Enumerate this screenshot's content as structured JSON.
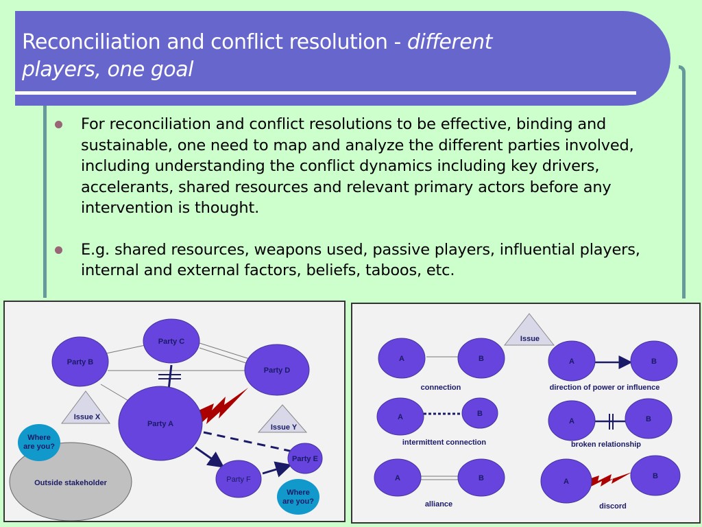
{
  "slide": {
    "title_main": "Reconciliation and conflict resolution - ",
    "title_italic_1": "different",
    "title_italic_2": "players, one goal",
    "bullets": [
      "For reconciliation and conflict resolutions to be effective, binding and sustainable, one need to map and analyze the different parties involved, including understanding the conflict dynamics including key drivers, accelerants, shared resources and relevant primary actors before any intervention is thought.",
      "E.g. shared resources, weapons used, passive players, influential players, internal and external factors, beliefs, taboos, etc."
    ],
    "colors": {
      "background": "#ccffcc",
      "title_bar": "#6666cc",
      "frame": "#669999",
      "party": "#6644dd",
      "stakeholder": "#c0c0c0",
      "where": "#1199cc",
      "discord": "#aa0000",
      "issue": "#d8d8e8"
    }
  },
  "conflict_map": {
    "parties": {
      "a": "Party A",
      "b": "Party B",
      "c": "Party C",
      "d": "Party D",
      "e": "Party E",
      "f": "Party F"
    },
    "issues": {
      "x": "Issue X",
      "y": "Issue Y"
    },
    "outside": "Outside stakeholder",
    "where_1": [
      "Where",
      "are you?"
    ],
    "where_2": [
      "Where",
      "are you?"
    ]
  },
  "legend": {
    "issue": "Issue",
    "node_a": "A",
    "node_b": "B",
    "items": {
      "connection": "connection",
      "direction": "direction of power or influence",
      "intermittent": "intermittent connection",
      "broken": "broken relationship",
      "alliance": "alliance",
      "discord": "discord"
    }
  }
}
